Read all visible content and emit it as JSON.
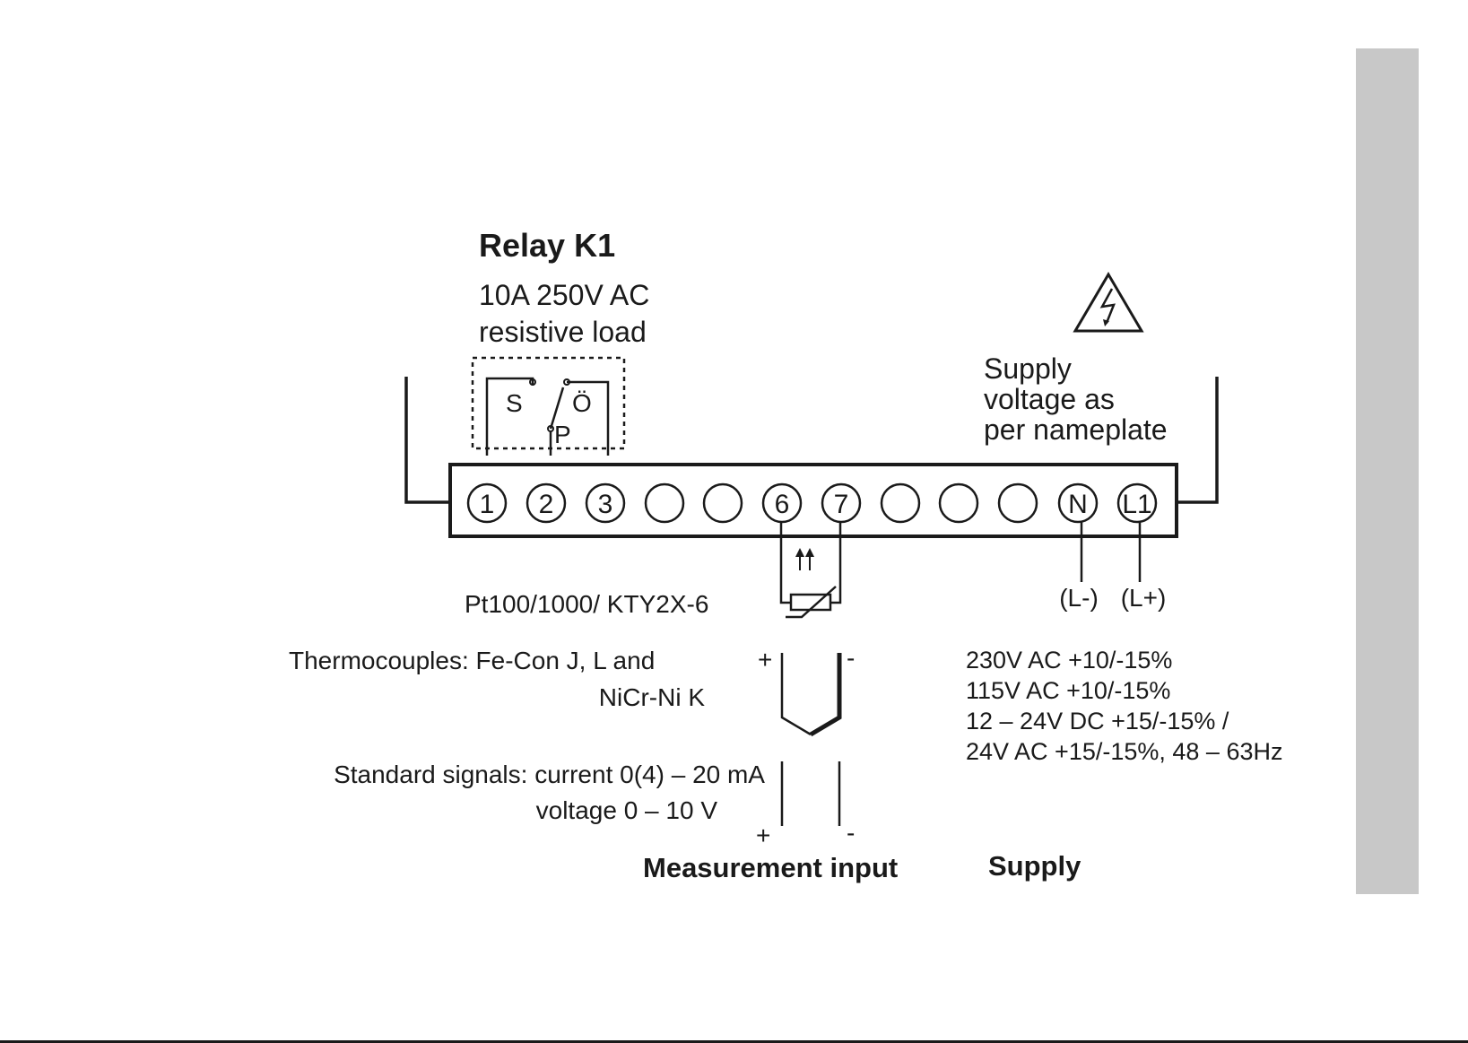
{
  "relay": {
    "title": "Relay K1",
    "rating": "10A 250V AC",
    "load": "resistive load",
    "contacts": {
      "s": "S",
      "o": "Ö",
      "p": "P"
    }
  },
  "supply_note": [
    "Supply",
    "voltage as",
    "per nameplate"
  ],
  "terminals": [
    "1",
    "2",
    "3",
    "",
    "",
    "6",
    "7",
    "",
    "",
    "",
    "N",
    "L1"
  ],
  "polarity_labels": {
    "neutral": "(L-)",
    "line": "(L+)"
  },
  "sensors": {
    "rtd": "Pt100/1000/ KTY2X-6",
    "thermocouple_line1": "Thermocouples: Fe-Con J, L and",
    "thermocouple_line2": "NiCr-Ni K",
    "standard_line1": "Standard signals: current 0(4) – 20 mA",
    "standard_line2": "voltage 0 – 10 V",
    "plus": "+",
    "minus": "-"
  },
  "supply_options": [
    "230V AC +10/-15%",
    "115V AC +10/-15%",
    "12 – 24V DC +15/-15% /",
    "24V AC +15/-15%, 48 – 63Hz"
  ],
  "sections": {
    "measurement": "Measurement input",
    "supply": "Supply"
  },
  "colors": {
    "ink": "#1a1a1a",
    "sidebar": "#c8c8c8",
    "background": "#ffffff"
  }
}
